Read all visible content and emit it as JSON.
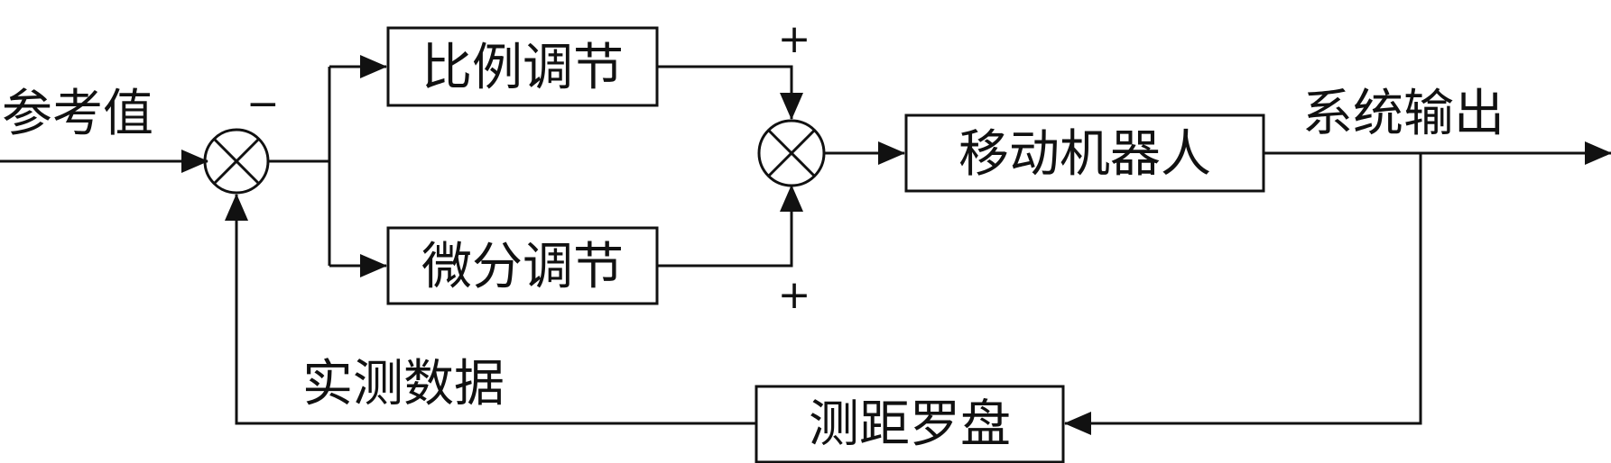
{
  "diagram": {
    "inputs": {
      "reference": "参考值",
      "measured": "实测数据",
      "output": "系统输出"
    },
    "blocks": {
      "proportional": "比例调节",
      "derivative": "微分调节",
      "plant": "移动机器人",
      "sensor": "测距罗盘"
    },
    "signs": {
      "feedback_minus": "−",
      "sum_plus_top": "+",
      "sum_plus_bottom": "+"
    }
  }
}
